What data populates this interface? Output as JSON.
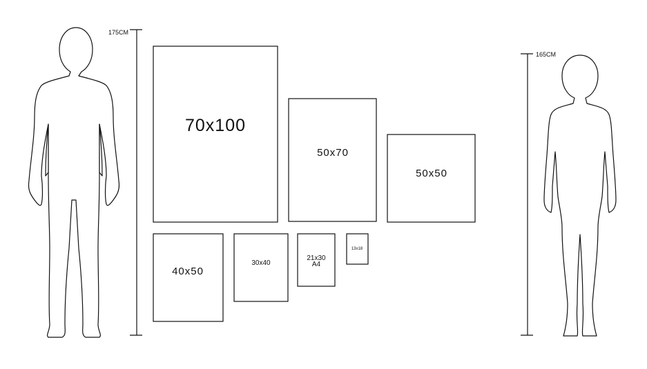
{
  "heights": {
    "man": "175CM",
    "woman": "165CM"
  },
  "frames": [
    {
      "id": "70x100",
      "label": "70x100",
      "sub": ""
    },
    {
      "id": "50x70",
      "label": "50x70",
      "sub": ""
    },
    {
      "id": "50x50",
      "label": "50x50",
      "sub": ""
    },
    {
      "id": "40x50",
      "label": "40x50",
      "sub": ""
    },
    {
      "id": "30x40",
      "label": "30x40",
      "sub": ""
    },
    {
      "id": "21x30",
      "label": "21x30",
      "sub": "A4"
    },
    {
      "id": "13x18",
      "label": "13x18",
      "sub": ""
    }
  ],
  "colors": {
    "stroke": "#111111",
    "background": "#ffffff"
  }
}
